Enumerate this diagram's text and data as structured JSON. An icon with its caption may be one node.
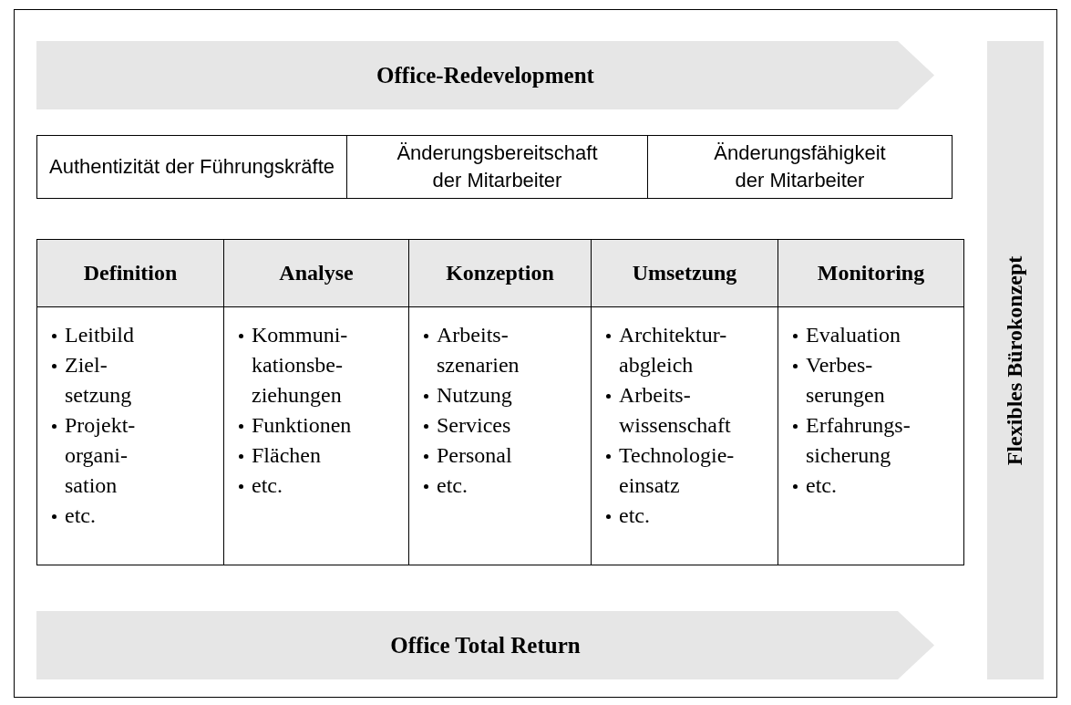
{
  "diagram": {
    "nodes": [
      {
        "text": [
          "Office-Redevelopment"
        ]
      },
      {
        "text": [
          "Authentizität der Führungskräfte"
        ]
      },
      {
        "text": [
          "Änderungsbereitschaft der Mitarbeiter"
        ]
      },
      {
        "text": [
          "Änderungsfähigkeit der Mitarbeiter"
        ]
      },
      {
        "text": [
          "Definition",
          "Leitbild",
          "Ziel- setzung",
          "Projekt- organi- sation",
          "etc."
        ]
      },
      {
        "text": [
          "Analyse",
          "Kommuni- kationsbe- ziehungen",
          "Funktionen",
          "Flächen",
          "etc."
        ]
      },
      {
        "text": [
          "Konzeption",
          "Arbeits- szenarien",
          "Nutzung",
          "Services",
          "Personal",
          "etc."
        ]
      },
      {
        "text": [
          "Umsetzung",
          "Architektur- abgleich",
          "Arbeits- wissenschaft",
          "Technologie- einsatz",
          "etc."
        ]
      },
      {
        "text": [
          "Monitoring",
          "Evaluation",
          "Verbes- serungen",
          "Erfahrungs- sicherung",
          "etc."
        ]
      },
      {
        "text": [
          "Office Total Return"
        ]
      },
      {
        "text": [
          "Flexibles Bürokonzept"
        ]
      }
    ],
    "edges": []
  }
}
